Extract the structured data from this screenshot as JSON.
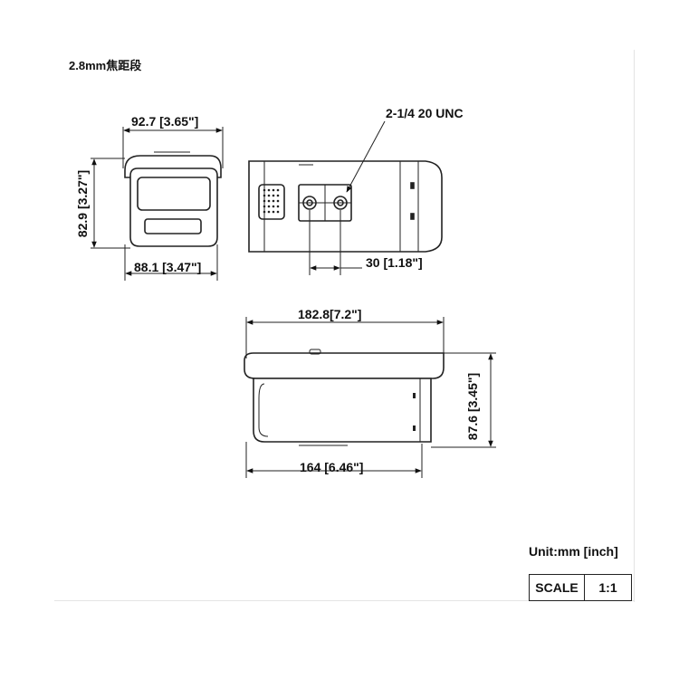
{
  "title": "2.8mm焦距段",
  "front_view": {
    "width_label": "92.7 [3.65\"]",
    "height_label": "82.9 [3.27\"]",
    "bottom_width_label": "88.1 [3.47\"]"
  },
  "bottom_view": {
    "thread_label": "2-1/4 20 UNC",
    "hole_spacing_label": "30 [1.18\"]"
  },
  "side_view": {
    "length_label": "182.8[7.2\"]",
    "height_label": "87.6 [3.45\"]",
    "base_length_label": "164 [6.46\"]"
  },
  "footer": {
    "unit_label": "Unit:mm [inch]",
    "scale_label": "SCALE",
    "scale_value": "1:1"
  }
}
